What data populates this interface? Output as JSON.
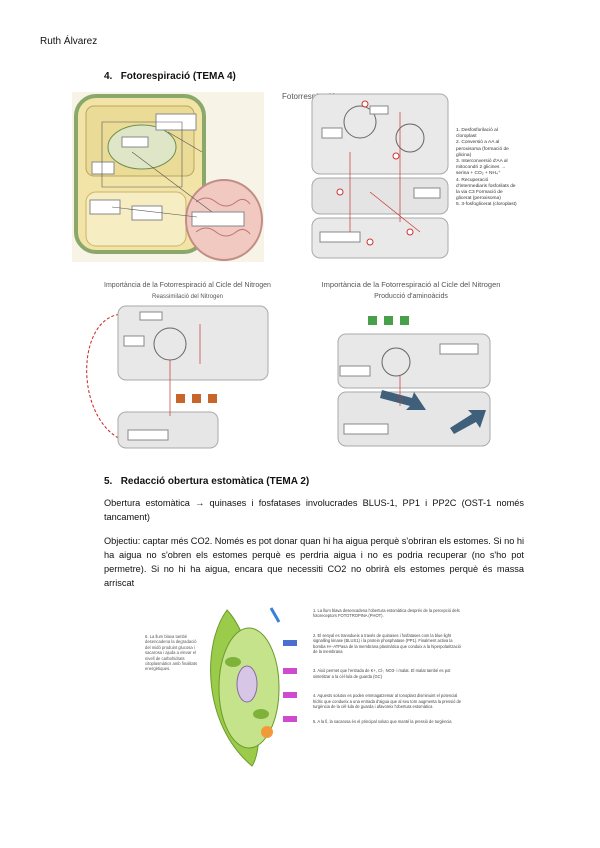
{
  "author": "Ruth Álvarez",
  "section4": {
    "number": "4.",
    "title": "Fotorespiració (TEMA 4)",
    "fig_right_title": "Fotorrespiració",
    "steps": [
      {
        "num": "1.",
        "text": "Desfosforilació al cloroplast"
      },
      {
        "num": "2.",
        "text": "Conversió a AA al peroxisoma (formació de glicina)"
      },
      {
        "num": "3.",
        "text": "Interconversió d'AA al mitocondri 2 glicines → serina + CO₂ + NH₄⁺"
      },
      {
        "num": "4.",
        "text": "Recuperació d'intermediaris fosforilats de la via C3 Formació de glicerat (peroxisoma)"
      },
      {
        "num": "5.",
        "text": "3-fosfoglicerat (cloroplast)"
      }
    ],
    "fig_bl_title": "Importància de la Fotorrespiració al Cicle del Nitrogen",
    "fig_bl_subtitle": "Reassimilació del Nitrogen",
    "fig_br_title": "Importància de la Fotorrespiració al Cicle del Nitrogen",
    "fig_br_subtitle": "Producció d'aminoàcids"
  },
  "section5": {
    "number": "5.",
    "title": "Redacció obertura estomàtica (TEMA 2)",
    "para1": "Obertura estomàtica → quinases i fosfatases involucrades BLUS-1, PP1 i PP2C (OST-1 només tancament)",
    "para2": "Objectiu: captar més CO2. Només es pot donar quan hi ha aigua perquè s'obriran els estomes. Si no hi ha aigua no s'obren els estomes perquè es perdria aigua i no es podria recuperar (no s'ho pot permetre). Si no hi ha aigua, encara que necessiti CO2 no obrirà els estomes perquè és massa arriscat",
    "stoma_notes": [
      "1. La llum blava desencadena l'obertura estomàtica després de la percepció dels fotoreceptors FOTOTROPINA (PHOT).",
      "2. El senyal es transdueix a través de quinases i fosfatases com la blue light signalling kinase (BLUS1) i la protein phosphatase (PP1). Finalment activa la bomba H+-ATPasa de la membrana plasmàtica que conduix a la hiperpolarització de la membrana",
      "3. Això permet que l'entrada de K+, Cl-, NO3- i malat. El malat també es pot sintetitzar a la cèl·lula de guarda (GC)",
      "4. Aquests solutos es poden emmagatzemar al tonoplast disminuint el potencial hídric que condueix a una entrada d'aigua que al seu torn augmenta la pressió de turgència de la cèl·lula de guarda i afavoreix l'obertura estomàtica",
      "5. A la fi, la sacarosa és el principal soluto que manté la pressió de turgència"
    ],
    "stoma_left_note": "6. La llum blava també desencadena la degradació del midó produint glucosa i sacarosa i ajuda a elevar el nivell de carbohidrats citoplasmàtics amb finalitats energètiques."
  }
}
